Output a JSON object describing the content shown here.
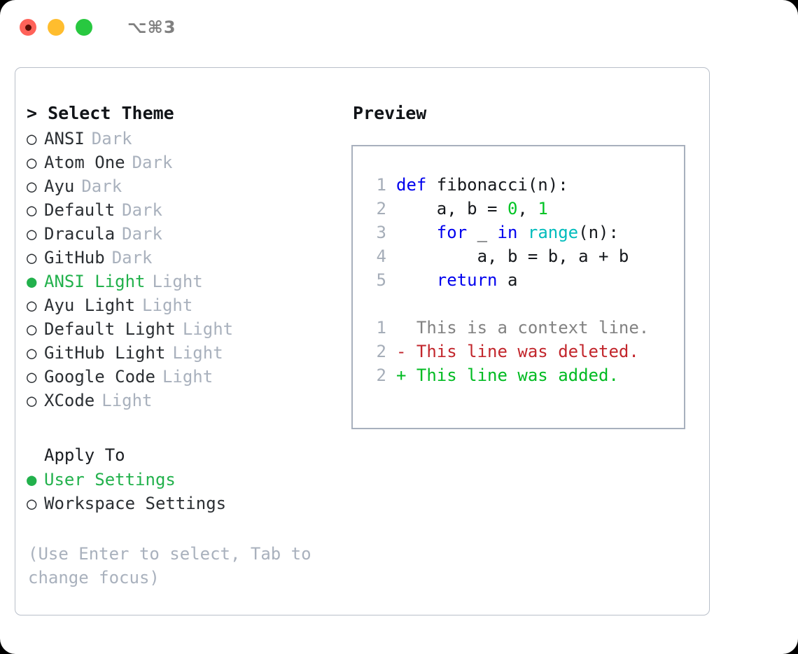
{
  "titlebar": {
    "shortcut": "⌥⌘3",
    "buttons": [
      {
        "name": "close",
        "color": "#ff6259"
      },
      {
        "name": "minimize",
        "color": "#ffbd2e"
      },
      {
        "name": "zoom",
        "color": "#28c840"
      }
    ]
  },
  "theme_picker": {
    "header": "> Select Theme",
    "options": [
      {
        "marker": "○",
        "name": "ANSI",
        "variant": "Dark",
        "selected": false
      },
      {
        "marker": "○",
        "name": "Atom One",
        "variant": "Dark",
        "selected": false
      },
      {
        "marker": "○",
        "name": "Ayu",
        "variant": "Dark",
        "selected": false
      },
      {
        "marker": "○",
        "name": "Default",
        "variant": "Dark",
        "selected": false
      },
      {
        "marker": "○",
        "name": "Dracula",
        "variant": "Dark",
        "selected": false
      },
      {
        "marker": "○",
        "name": "GitHub",
        "variant": "Dark",
        "selected": false
      },
      {
        "marker": "●",
        "name": "ANSI Light",
        "variant": "Light",
        "selected": true
      },
      {
        "marker": "○",
        "name": "Ayu Light",
        "variant": "Light",
        "selected": false
      },
      {
        "marker": "○",
        "name": "Default Light",
        "variant": "Light",
        "selected": false
      },
      {
        "marker": "○",
        "name": "GitHub Light",
        "variant": "Light",
        "selected": false
      },
      {
        "marker": "○",
        "name": "Google Code",
        "variant": "Light",
        "selected": false
      },
      {
        "marker": "○",
        "name": "XCode",
        "variant": "Light",
        "selected": false
      }
    ]
  },
  "apply_to": {
    "title": "Apply To",
    "options": [
      {
        "marker": "●",
        "name": "User Settings",
        "selected": true
      },
      {
        "marker": "○",
        "name": "Workspace Settings",
        "selected": false
      }
    ]
  },
  "hint": "(Use Enter to select, Tab to change focus)",
  "preview": {
    "title": "Preview",
    "code_lines": [
      {
        "no": "1",
        "segments": [
          {
            "text": "def ",
            "cls": "tok-kw"
          },
          {
            "text": "fibonacci(n):",
            "cls": "tok-fn"
          }
        ]
      },
      {
        "no": "2",
        "segments": [
          {
            "text": "    a, b = ",
            "cls": "tok-pl"
          },
          {
            "text": "0",
            "cls": "tok-num"
          },
          {
            "text": ", ",
            "cls": "tok-pl"
          },
          {
            "text": "1",
            "cls": "tok-num"
          }
        ]
      },
      {
        "no": "3",
        "segments": [
          {
            "text": "    ",
            "cls": "tok-pl"
          },
          {
            "text": "for",
            "cls": "tok-kw"
          },
          {
            "text": " _ ",
            "cls": "tok-pl"
          },
          {
            "text": "in",
            "cls": "tok-kw"
          },
          {
            "text": " ",
            "cls": "tok-pl"
          },
          {
            "text": "range",
            "cls": "tok-bi"
          },
          {
            "text": "(n):",
            "cls": "tok-pl"
          }
        ]
      },
      {
        "no": "4",
        "segments": [
          {
            "text": "        a, b = b, a + b",
            "cls": "tok-pl"
          }
        ]
      },
      {
        "no": "5",
        "segments": [
          {
            "text": "    ",
            "cls": "tok-pl"
          },
          {
            "text": "return",
            "cls": "tok-kw"
          },
          {
            "text": " a",
            "cls": "tok-pl"
          }
        ]
      }
    ],
    "diff_lines": [
      {
        "no": "1",
        "marker": "  ",
        "text": "This is a context line.",
        "kind": "context"
      },
      {
        "no": "2",
        "marker": "- ",
        "text": "This line was deleted.",
        "kind": "deleted"
      },
      {
        "no": "2",
        "marker": "+ ",
        "text": "This line was added.",
        "kind": "added"
      }
    ]
  },
  "colors": {
    "accent_green": "#22b14c",
    "muted": "#a9b1bd",
    "text": "#2b2f33",
    "keyword_blue": "#0000ee",
    "builtin_cyan": "#00bcbc",
    "number_green": "#00c425",
    "diff_added": "#00bb22",
    "diff_deleted": "#c2262c",
    "diff_context": "#828282",
    "panel_border": "#b9bfc9",
    "preview_border": "#a8b0bd"
  }
}
